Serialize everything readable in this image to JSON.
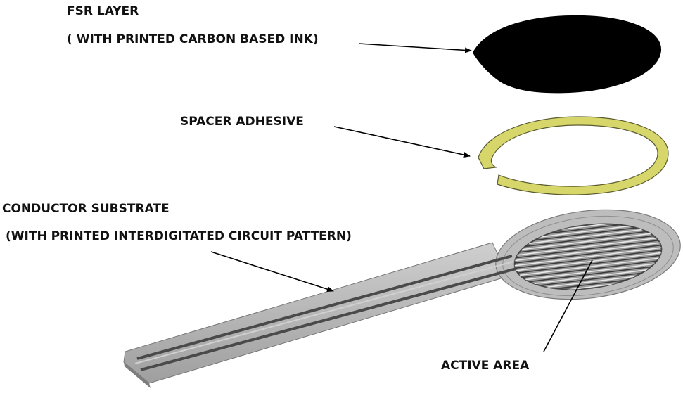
{
  "labels": {
    "fsr_title": "FSR LAYER",
    "fsr_sub": "( WITH PRINTED CARBON BASED INK)",
    "spacer": "SPACER ADHESIVE",
    "conductor_title": "CONDUCTOR SUBSTRATE",
    "conductor_sub": "(WITH PRINTED INTERDIGITATED CIRCUIT PATTERN)",
    "active": "ACTIVE AREA"
  },
  "colors": {
    "fsr_ink": "#000000",
    "spacer": "#d6d66a",
    "substrate": "#b9b9b9",
    "trace": "#4a4a4a"
  }
}
